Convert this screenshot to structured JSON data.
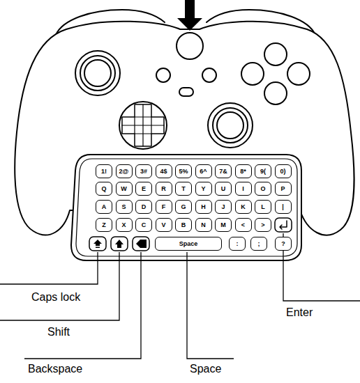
{
  "diagram": {
    "nodes": [
      {
        "text": [
          "1!"
        ]
      },
      {
        "text": [
          "2@"
        ]
      },
      {
        "text": [
          "3#"
        ]
      },
      {
        "text": [
          "4$"
        ]
      },
      {
        "text": [
          "5%"
        ]
      },
      {
        "text": [
          "6^"
        ]
      },
      {
        "text": [
          "7&"
        ]
      },
      {
        "text": [
          "8*"
        ]
      },
      {
        "text": [
          "9("
        ]
      },
      {
        "text": [
          "0)"
        ]
      },
      {
        "text": [
          "Q"
        ]
      },
      {
        "text": [
          "W"
        ]
      },
      {
        "text": [
          "E"
        ]
      },
      {
        "text": [
          "R"
        ]
      },
      {
        "text": [
          "T"
        ]
      },
      {
        "text": [
          "Y"
        ]
      },
      {
        "text": [
          "U"
        ]
      },
      {
        "text": [
          "I"
        ]
      },
      {
        "text": [
          "O"
        ]
      },
      {
        "text": [
          "P"
        ]
      },
      {
        "text": [
          "A"
        ]
      },
      {
        "text": [
          "S"
        ]
      },
      {
        "text": [
          "D"
        ]
      },
      {
        "text": [
          "F"
        ]
      },
      {
        "text": [
          "G"
        ]
      },
      {
        "text": [
          "H"
        ]
      },
      {
        "text": [
          "J"
        ]
      },
      {
        "text": [
          "K"
        ]
      },
      {
        "text": [
          "L"
        ]
      },
      {
        "text": [
          "|"
        ]
      },
      {
        "text": [
          "Z"
        ]
      },
      {
        "text": [
          "X"
        ]
      },
      {
        "text": [
          "C"
        ]
      },
      {
        "text": [
          "V"
        ]
      },
      {
        "text": [
          "B"
        ]
      },
      {
        "text": [
          "N"
        ]
      },
      {
        "text": [
          "M"
        ]
      },
      {
        "text": [
          "<"
        ]
      },
      {
        "text": [
          ">"
        ]
      },
      {
        "text": [
          "Space"
        ]
      },
      {
        "text": [
          ":"
        ]
      },
      {
        "text": [
          ";"
        ]
      },
      {
        "text": [
          "?"
        ]
      }
    ],
    "labels": [
      "Caps lock",
      "Shift",
      "Backspace",
      "Space",
      "Enter"
    ]
  }
}
